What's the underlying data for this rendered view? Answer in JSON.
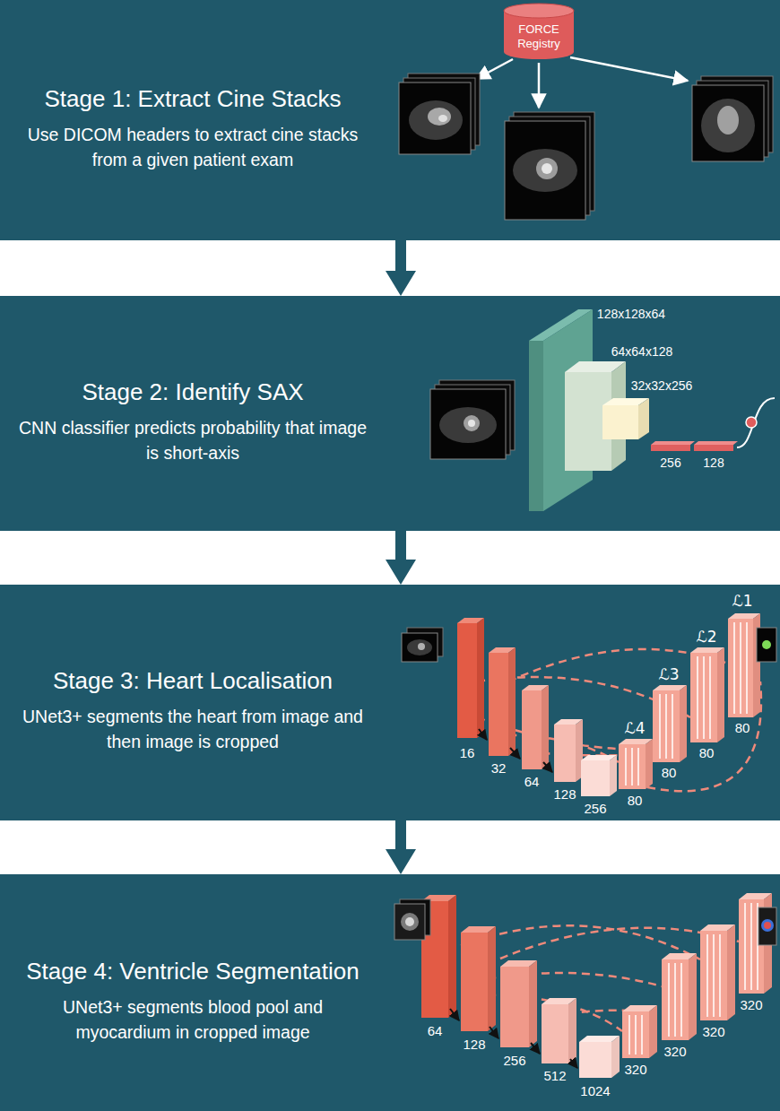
{
  "diagram": {
    "nodes": [
      {
        "text": [
          "Stage 1: Extract Cine Stacks",
          "Use DICOM headers to extract cine stacks from a given patient exam"
        ]
      },
      {
        "text": [
          "FORCE Registry"
        ],
        "in": 0
      },
      {
        "text": [
          "Stage 2: Identify SAX",
          "CNN classifier predicts probability that image is short-axis"
        ]
      },
      {
        "text": [
          "Stage 3: Heart Localisation",
          "UNet3+ segments the heart from image and then image is cropped"
        ]
      },
      {
        "text": [
          "Stage 4: Ventricle Segmentation",
          "UNet3+ segments blood pool and myocardium in cropped image"
        ]
      }
    ],
    "edges": [
      {
        "from": 0,
        "to": 2,
        "arrow": "to"
      },
      {
        "from": 2,
        "to": 3,
        "arrow": "to"
      },
      {
        "from": 3,
        "to": 4,
        "arrow": "to"
      }
    ],
    "labels": [
      "128x128x64",
      "64x64x128",
      "32x32x256",
      "256",
      "128",
      "ℒ1",
      "ℒ2",
      "ℒ3",
      "ℒ4",
      "16",
      "32",
      "64",
      "128",
      "256",
      "80",
      "80",
      "80",
      "80",
      "64",
      "128",
      "256",
      "512",
      "1024",
      "320",
      "320",
      "320",
      "320"
    ]
  }
}
